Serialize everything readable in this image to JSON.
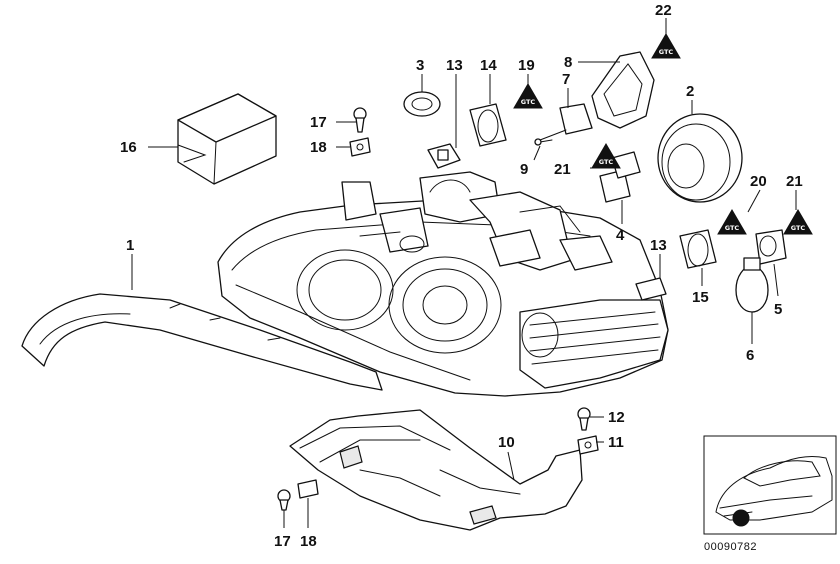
{
  "diagram": {
    "callouts": {
      "c1": "1",
      "c2": "2",
      "c3": "3",
      "c4": "4",
      "c5": "5",
      "c6": "6",
      "c7": "7",
      "c8": "8",
      "c9": "9",
      "c10": "10",
      "c11": "11",
      "c12": "12",
      "c13a": "13",
      "c13b": "13",
      "c14": "14",
      "c15": "15",
      "c16": "16",
      "c17a": "17",
      "c17b": "17",
      "c18a": "18",
      "c18b": "18",
      "c19": "19",
      "c20": "20",
      "c21a": "21",
      "c21b": "21",
      "c22": "22"
    },
    "catalog_number": "00090782",
    "inset": {
      "description_icon": "car-location-inset"
    }
  }
}
